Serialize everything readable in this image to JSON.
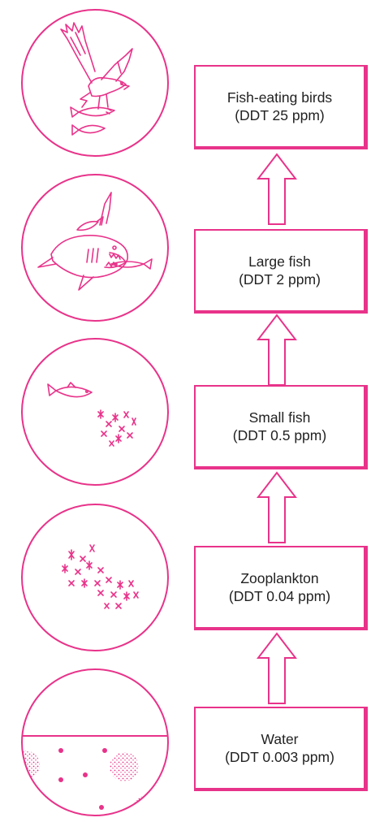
{
  "theme": {
    "accent": "#e8338a"
  },
  "levels": [
    {
      "name": "Fish-eating birds",
      "ddt": "(DDT 25 ppm)",
      "illustration": "bird-icon"
    },
    {
      "name": "Large fish",
      "ddt": "(DDT 2 ppm)",
      "illustration": "shark-icon"
    },
    {
      "name": "Small fish",
      "ddt": "(DDT 0.5 ppm)",
      "illustration": "small-fish-icon"
    },
    {
      "name": "Zooplankton",
      "ddt": "(DDT 0.04 ppm)",
      "illustration": "zooplankton-icon"
    },
    {
      "name": "Water",
      "ddt": "(DDT 0.003 ppm)",
      "illustration": "water-icon"
    }
  ]
}
